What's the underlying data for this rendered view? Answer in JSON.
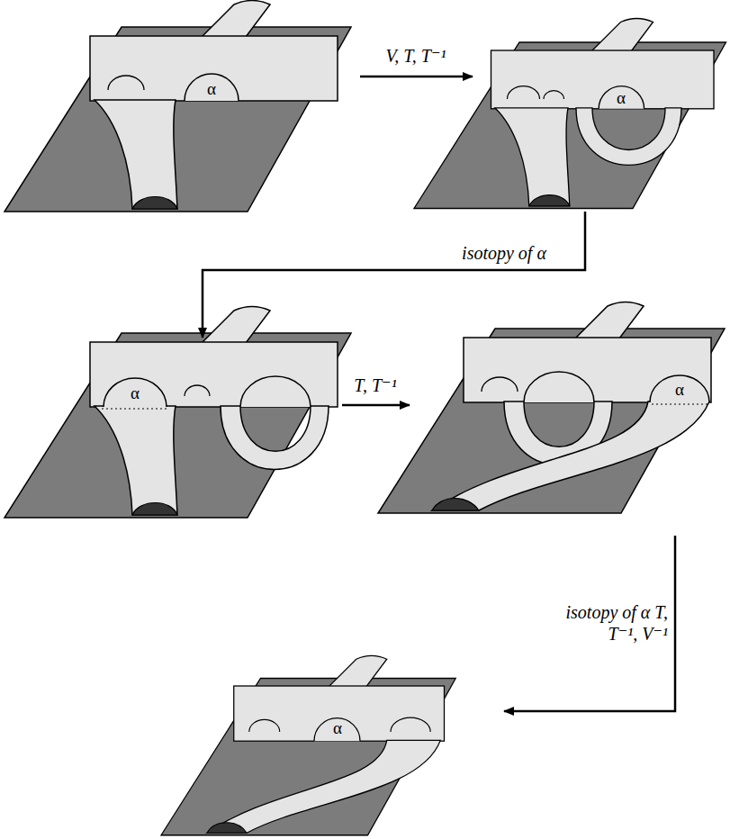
{
  "diagram": {
    "nodes": [
      {
        "text": [
          "α"
        ]
      },
      {
        "text": [
          "α"
        ]
      },
      {
        "text": [
          "α"
        ]
      },
      {
        "text": [
          "α"
        ]
      },
      {
        "text": [
          "α"
        ]
      }
    ],
    "edges": [
      {
        "from": 0,
        "to": 1,
        "arrow": "to",
        "label": "V, T, T⁻¹"
      },
      {
        "from": 1,
        "to": 2,
        "arrow": "to",
        "label": "isotopy of α"
      },
      {
        "from": 2,
        "to": 3,
        "arrow": "to",
        "label": "T, T⁻¹"
      },
      {
        "from": 3,
        "to": 4,
        "arrow": "to",
        "label": "isotopy of α T, T⁻¹, V⁻¹"
      }
    ]
  }
}
